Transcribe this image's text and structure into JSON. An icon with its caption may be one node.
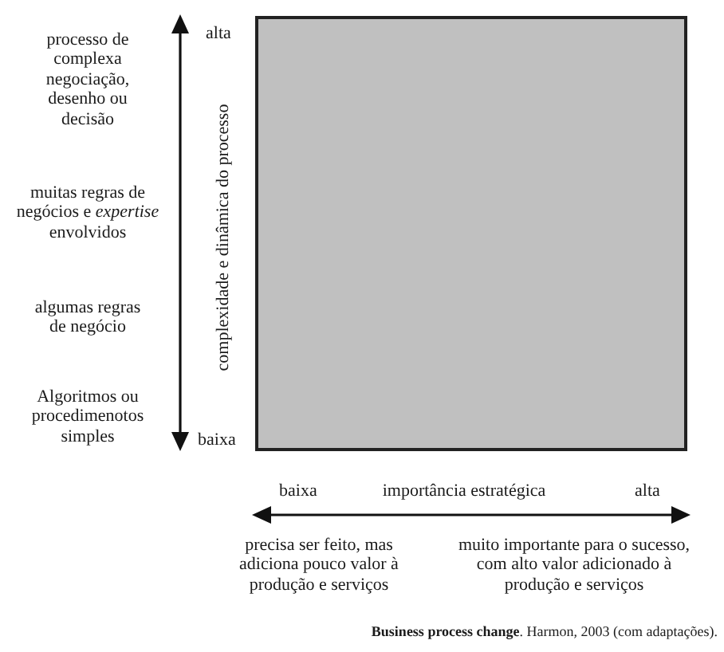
{
  "diagram": {
    "nodes": [
      {
        "text": [],
        "shape": "box"
      }
    ],
    "labels": [
      "processo de complexa negociação, desenho ou decisão",
      "alta",
      "complexidade e dinâmica do processo",
      "muitas regras de negócios e *expertise* envolvidos",
      "algumas regras de negócio",
      "Algoritmos ou procedimenotos simples",
      "baixa",
      "baixa",
      "importância estratégica",
      "alta",
      "precisa ser feito, mas adiciona pouco valor à produção e serviços",
      "muito importante para o sucesso, com alto valor adicionado à produção e serviços"
    ],
    "caption": "**Business process change**. Harmon, 2003 (com adaptações)."
  }
}
